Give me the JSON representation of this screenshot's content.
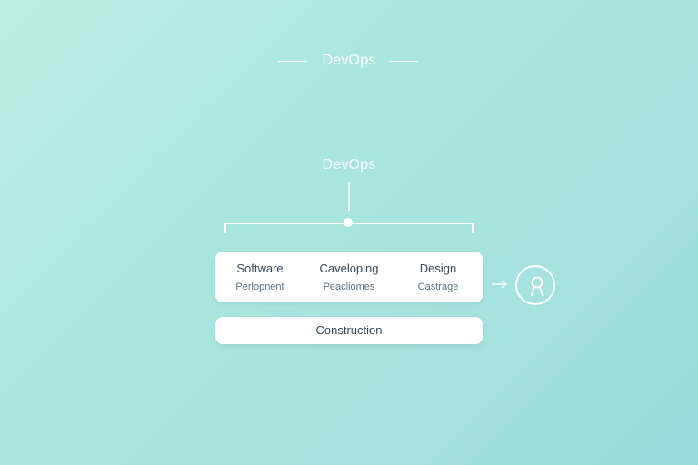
{
  "header": {
    "title": "DevOps"
  },
  "diagram": {
    "root_label": "DevOps",
    "columns": [
      {
        "title": "Software",
        "subtitle": "Perlopnent"
      },
      {
        "title": "Caveloping",
        "subtitle": "Peacliomes"
      },
      {
        "title": "Design",
        "subtitle": "Castrage"
      }
    ],
    "bottom_label": "Construction"
  },
  "icons": {
    "arrow": "arrow-right-icon",
    "person": "user-icon"
  },
  "colors": {
    "card": "#ffffff",
    "text": "#34495a",
    "background": "#a8e6df"
  }
}
